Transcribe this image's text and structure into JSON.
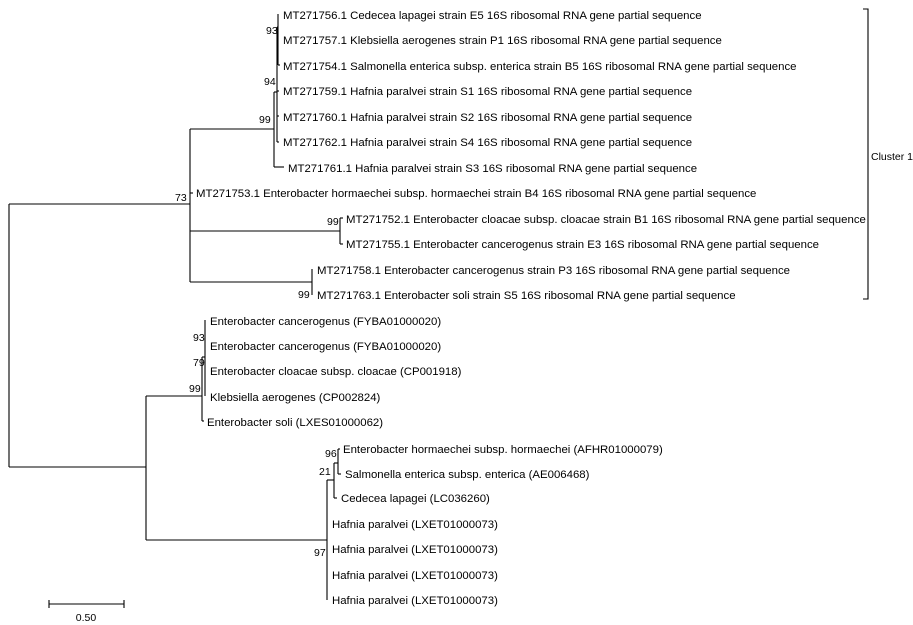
{
  "taxa": [
    "MT271756.1 Cedecea lapagei strain E5 16S ribosomal RNA gene partial sequence",
    "MT271757.1 Klebsiella aerogenes strain P1 16S ribosomal RNA gene partial sequence",
    "MT271754.1 Salmonella enterica subsp. enterica strain B5 16S ribosomal RNA gene partial sequence",
    "MT271759.1 Hafnia paralvei strain S1 16S ribosomal RNA gene partial sequence",
    "MT271760.1 Hafnia paralvei strain S2 16S ribosomal RNA gene partial sequence",
    "MT271762.1 Hafnia paralvei strain S4 16S ribosomal RNA gene partial sequence",
    "MT271761.1 Hafnia paralvei strain S3 16S ribosomal RNA gene partial sequence",
    "MT271753.1 Enterobacter hormaechei subsp. hormaechei strain B4 16S ribosomal RNA gene partial sequence",
    "MT271752.1 Enterobacter cloacae subsp. cloacae strain B1 16S ribosomal RNA gene partial sequence",
    "MT271755.1 Enterobacter cancerogenus strain E3 16S ribosomal RNA gene partial sequence",
    "MT271758.1 Enterobacter cancerogenus strain P3 16S ribosomal RNA gene partial sequence",
    "MT271763.1 Enterobacter soli strain S5 16S ribosomal RNA gene partial sequence",
    "Enterobacter cancerogenus (FYBA01000020)",
    "Enterobacter cancerogenus (FYBA01000020)",
    "Enterobacter cloacae subsp. cloacae (CP001918)",
    "Klebsiella aerogenes (CP002824)",
    "Enterobacter soli (LXES01000062)",
    "Enterobacter hormaechei subsp. hormaechei (AFHR01000079)",
    "Salmonella enterica subsp. enterica (AE006468)",
    "Cedecea lapagei (LC036260)",
    "Hafnia paralvei (LXET01000073)",
    "Hafnia paralvei (LXET01000073)",
    "Hafnia paralvei (LXET01000073)",
    "Hafnia paralvei (LXET01000073)"
  ],
  "bootstrap_values": [
    "93",
    "94",
    "99",
    "73",
    "99",
    "99",
    "93",
    "79",
    "99",
    "96",
    "21",
    "97"
  ],
  "cluster_label": "Cluster 1",
  "scale_bar": {
    "label": "0.50",
    "value": 0.5
  }
}
